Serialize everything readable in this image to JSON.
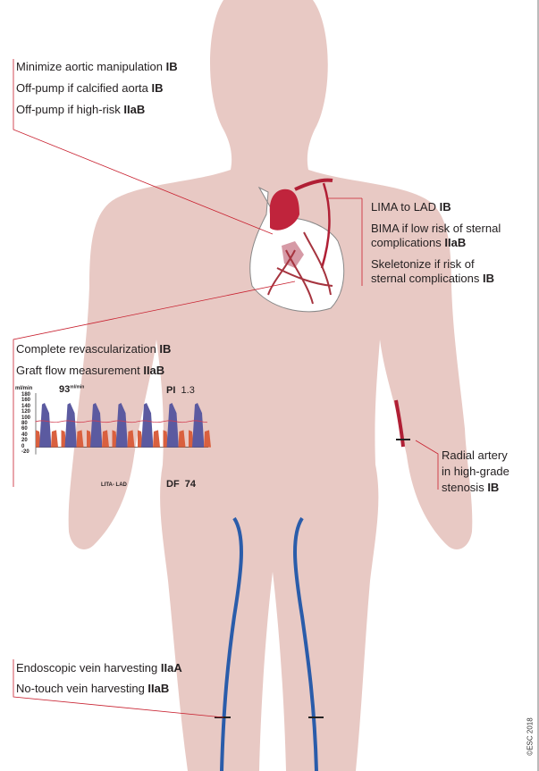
{
  "colors": {
    "body": "#e8c9c4",
    "callout_line": "#c8202f",
    "vein": "#2a5caa",
    "artery": "#b01f35"
  },
  "aorta": {
    "lines": [
      {
        "text": "Minimize aortic manipulation ",
        "class": "IB"
      },
      {
        "text": "Off-pump if calcified aorta ",
        "class": "IB"
      },
      {
        "text": "Off-pump if high-risk ",
        "class": "IIaB"
      }
    ]
  },
  "arterial": {
    "lines": [
      {
        "text": "LIMA to LAD ",
        "class": "IB"
      },
      {
        "text": "BIMA if low risk of sternal",
        "class": ""
      },
      {
        "text": "complications ",
        "class": "IIaB"
      },
      {
        "text": "Skeletonize if risk of",
        "class": ""
      },
      {
        "text": "sternal complications ",
        "class": "IB"
      }
    ]
  },
  "revasc": {
    "lines": [
      {
        "text": "Complete revascularization ",
        "class": "IB"
      },
      {
        "text": "Graft flow measurement ",
        "class": "IIaB"
      }
    ]
  },
  "flow_chart": {
    "unit": "ml/min",
    "mean_flow": "93",
    "mean_unit": "ml/min",
    "pi_label": "PI",
    "pi": "1.3",
    "df_label": "DF",
    "df": "74",
    "graft": "LITA- LAD",
    "y_ticks": [
      "180",
      "160",
      "140",
      "120",
      "100",
      "80",
      "60",
      "40",
      "20",
      "0",
      "-20"
    ]
  },
  "radial": {
    "lines": [
      {
        "text": "Radial artery",
        "class": ""
      },
      {
        "text": "in high-grade",
        "class": ""
      },
      {
        "text": "stenosis ",
        "class": "IB"
      }
    ]
  },
  "vein": {
    "lines": [
      {
        "text": "Endoscopic vein harvesting ",
        "class": "IIaA"
      },
      {
        "text": "No-touch vein harvesting ",
        "class": "IIaB"
      }
    ]
  },
  "credit": "©ESC 2018"
}
